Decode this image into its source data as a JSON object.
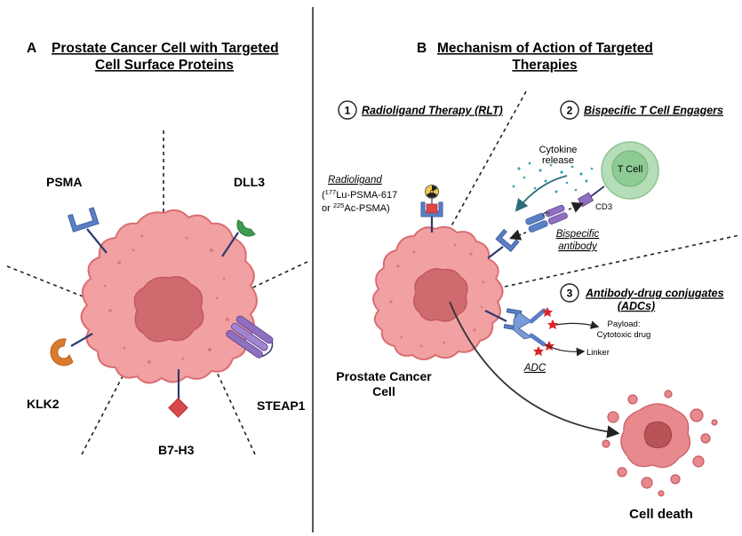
{
  "panel_a": {
    "letter": "A",
    "title_line1": "Prostate Cancer Cell with Targeted",
    "title_line2": "Cell Surface Proteins",
    "proteins": {
      "psma": "PSMA",
      "dll3": "DLL3",
      "klk2": "KLK2",
      "steap1": "STEAP1",
      "b7h3": "B7-H3"
    }
  },
  "panel_b": {
    "letter": "B",
    "title_line1": "Mechanism of Action of Targeted",
    "title_line2": "Therapies",
    "sections": [
      {
        "number": "1",
        "heading": "Radioligand Therapy (RLT)"
      },
      {
        "number": "2",
        "heading": "Bispecific T Cell Engagers"
      },
      {
        "number": "3",
        "heading": "Antibody-drug conjugates"
      }
    ],
    "adc_abbrev": "(ADCs)",
    "radioligand": {
      "label": "Radioligand",
      "line1_sup": "177",
      "line1_rest": "Lu-PSMA-617",
      "line2_pre": "or ",
      "line2_sup": "225",
      "line2_rest": "Ac-PSMA)"
    },
    "cytokine_line1": "Cytokine",
    "cytokine_line2": "release",
    "t_cell": "T Cell",
    "cd3": "CD3",
    "bispecific_line1": "Bispecific",
    "bispecific_line2": "antibody",
    "payload_line1": "Payload:",
    "payload_line2": "Cytotoxic drug",
    "linker": "Linker",
    "adc": "ADC",
    "cell_line1": "Prostate Cancer",
    "cell_line2": "Cell",
    "cell_death": "Cell death"
  },
  "colors": {
    "cell_fill": "#f2a1a3",
    "cell_edge": "#d96e72",
    "nucleus": "#cf6a6e",
    "receptor_blue": "#5b7fc4",
    "dll3_green": "#3f9b52",
    "klk2_orange": "#d97a2e",
    "steap1_purple": "#8f6fbf",
    "b7h3_red": "#d9474a",
    "tcell_green": "#9fd3a4"
  }
}
